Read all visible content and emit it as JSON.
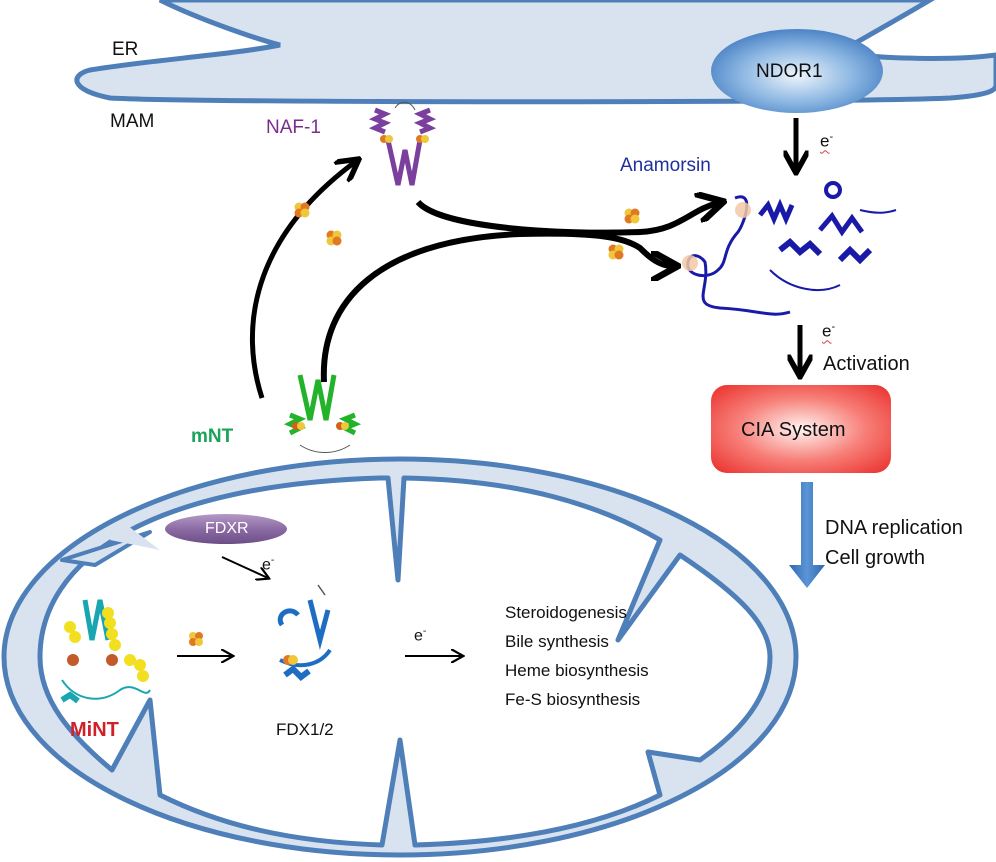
{
  "figure": {
    "compartments": {
      "er": "ER",
      "mam": "MAM"
    },
    "proteins": {
      "naf1": "NAF-1",
      "anamorsin": "Anamorsin",
      "ndor1": "NDOR1",
      "mnt": "mNT",
      "mint": "MiNT",
      "fdxr": "FDXR",
      "fdx": "FDX1/2"
    },
    "electron_labels": {
      "ndor1_to_anamorsin": "e",
      "anamorsin_to_cia": "e",
      "fdxr_to_fdx": "e",
      "fdx_to_processes": "e",
      "superscript": "-"
    },
    "activation": "Activation",
    "cia_system": "CIA System",
    "cia_outcomes": [
      "DNA replication",
      "Cell growth"
    ],
    "fdx_processes": [
      "Steroidogenesis",
      "Bile synthesis",
      "Heme biosynthesis",
      "Fe-S biosynthesis"
    ],
    "colors": {
      "membrane_stroke": "#4f7fb8",
      "membrane_fill": "#d9e3f0",
      "naf1_label": "#7b2d8e",
      "anamorsin_label": "#1f2f9c",
      "mnt_label": "#1aa35a",
      "mint_label": "#d0202a",
      "ndor1_fill": "#4a86c8",
      "cia_fill": "#f04a4a",
      "fdxr_fill": "#8e6aa4",
      "cluster_orange": "#e07a22",
      "cluster_yellow": "#f0c63a"
    }
  }
}
